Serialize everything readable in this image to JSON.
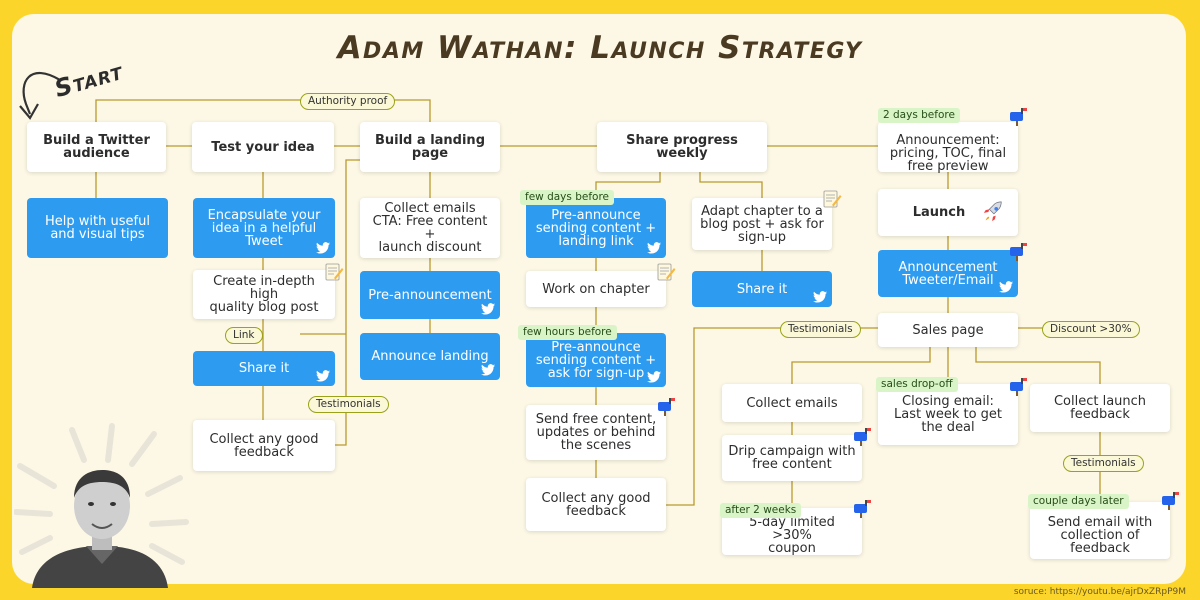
{
  "title": "Adam Wathan: Launch Strategy",
  "start": "Start",
  "source": "soruce: https://youtu.be/ajrDxZRpP9M",
  "icons": {
    "social": "twitter-bird-icon",
    "mail": "mailbox-icon",
    "doc": "memo-icon",
    "rocket": "rocket-icon"
  },
  "colors": {
    "background": "#fcd52b",
    "canvas": "#fdf8e6",
    "blue_node": "#2d9cf0",
    "tag_border": "#9aa219",
    "time_tag": "#d9f5c8"
  },
  "nodes": {
    "twitter_audience": "Build a Twitter\naudience",
    "test_idea": "Test your idea",
    "landing_page": "Build a landing page",
    "share_weekly": "Share progress weekly",
    "announce_pricing": "Announcement:\npricing, TOC, final\nfree preview",
    "useful_tips": "Help with useful\nand visual tips",
    "encapsulate": "Encapsulate your\nidea in a helpful\nTweet",
    "collect_emails_cta": "Collect emails\nCTA: Free content +\nlaunch discount",
    "preannounce_landing": "Pre-announce\nsending content +\nlanding link",
    "adapt_chapter": "Adapt chapter to a\nblog post + ask for\nsign-up",
    "launch": "Launch",
    "blog_post": "Create in-depth high\nquality blog post",
    "preannouncement": "Pre-announcement",
    "work_chapter": "Work on chapter",
    "share_it_1": "Share it",
    "share_it_2": "Share it",
    "announcement_tweet": "Announcement\nTweeter/Email",
    "announce_landing": "Announce landing",
    "preannounce_signup": "Pre-announce\nsending content +\nask for sign-up",
    "sales_page": "Sales page",
    "collect_feedback_1": "Collect any good\nfeedback",
    "send_free_content": "Send free content,\nupdates or behind\nthe scenes",
    "collect_emails": "Collect emails",
    "closing_email": "Closing email:\nLast week to get\nthe deal",
    "launch_feedback": "Collect launch\nfeedback",
    "drip_campaign": "Drip campaign with\nfree content",
    "collect_feedback_2": "Collect any good\nfeedback",
    "coupon": "5-day limited >30%\ncoupon",
    "feedback_email": "Send email with\ncollection of\nfeedback"
  },
  "tags": {
    "authority": "Authority proof",
    "link": "Link",
    "testimonials_1": "Testimonials",
    "testimonials_2": "Testimonials",
    "testimonials_3": "Testimonials",
    "discount": "Discount >30%"
  },
  "times": {
    "two_days": "2 days before",
    "few_days": "few days before",
    "few_hours": "few hours before",
    "sales_dropoff": "sales drop-off",
    "after_weeks": "after 2 weeks",
    "couple_days": "couple days later"
  }
}
